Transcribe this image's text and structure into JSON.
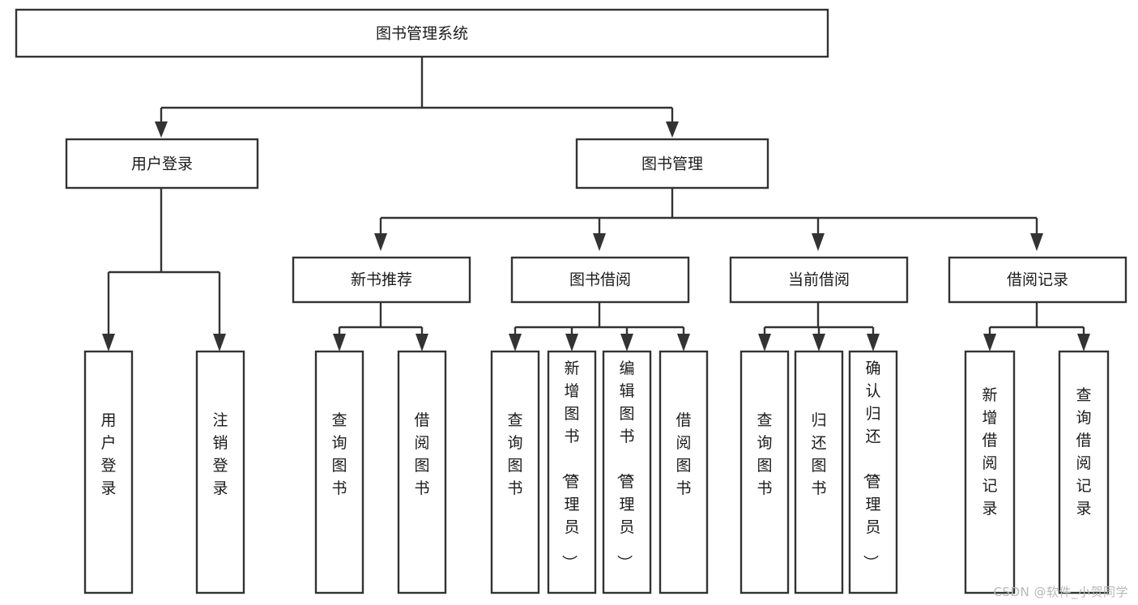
{
  "diagram": {
    "type": "tree",
    "title": "图书管理系统",
    "watermark": "CSDN @软件_小贺同学",
    "colors": {
      "stroke": "#333333",
      "box_fill": "#ffffff",
      "text": "#1b1b1b",
      "background": "#ffffff",
      "watermark": "#b8b8b8"
    },
    "nodes": {
      "root": {
        "label": "图书管理系统",
        "orientation": "horizontal"
      },
      "level1": [
        {
          "label": "用户登录",
          "orientation": "horizontal"
        },
        {
          "label": "图书管理",
          "orientation": "horizontal"
        }
      ],
      "level2": [
        {
          "label": "新书推荐",
          "orientation": "horizontal"
        },
        {
          "label": "图书借阅",
          "orientation": "horizontal"
        },
        {
          "label": "当前借阅",
          "orientation": "horizontal"
        },
        {
          "label": "借阅记录",
          "orientation": "horizontal"
        }
      ],
      "leaves_user_login": [
        {
          "label": "用户登录",
          "orientation": "vertical"
        },
        {
          "label": "注销登录",
          "orientation": "vertical"
        }
      ],
      "leaves_new_book": [
        {
          "label": "查询图书",
          "orientation": "vertical"
        },
        {
          "label": "借阅图书",
          "orientation": "vertical"
        }
      ],
      "leaves_book_borrow": [
        {
          "label": "查询图书",
          "orientation": "vertical"
        },
        {
          "label": "新增图书（管理员）",
          "orientation": "vertical"
        },
        {
          "label": "编辑图书（管理员）",
          "orientation": "vertical"
        },
        {
          "label": "借阅图书",
          "orientation": "vertical"
        }
      ],
      "leaves_current_borrow": [
        {
          "label": "查询图书",
          "orientation": "vertical"
        },
        {
          "label": "归还图书",
          "orientation": "vertical"
        },
        {
          "label": "确认归还（管理员）",
          "orientation": "vertical"
        }
      ],
      "leaves_borrow_record": [
        {
          "label": "新增借阅记录",
          "orientation": "vertical"
        },
        {
          "label": "查询借阅记录",
          "orientation": "vertical"
        }
      ]
    }
  }
}
